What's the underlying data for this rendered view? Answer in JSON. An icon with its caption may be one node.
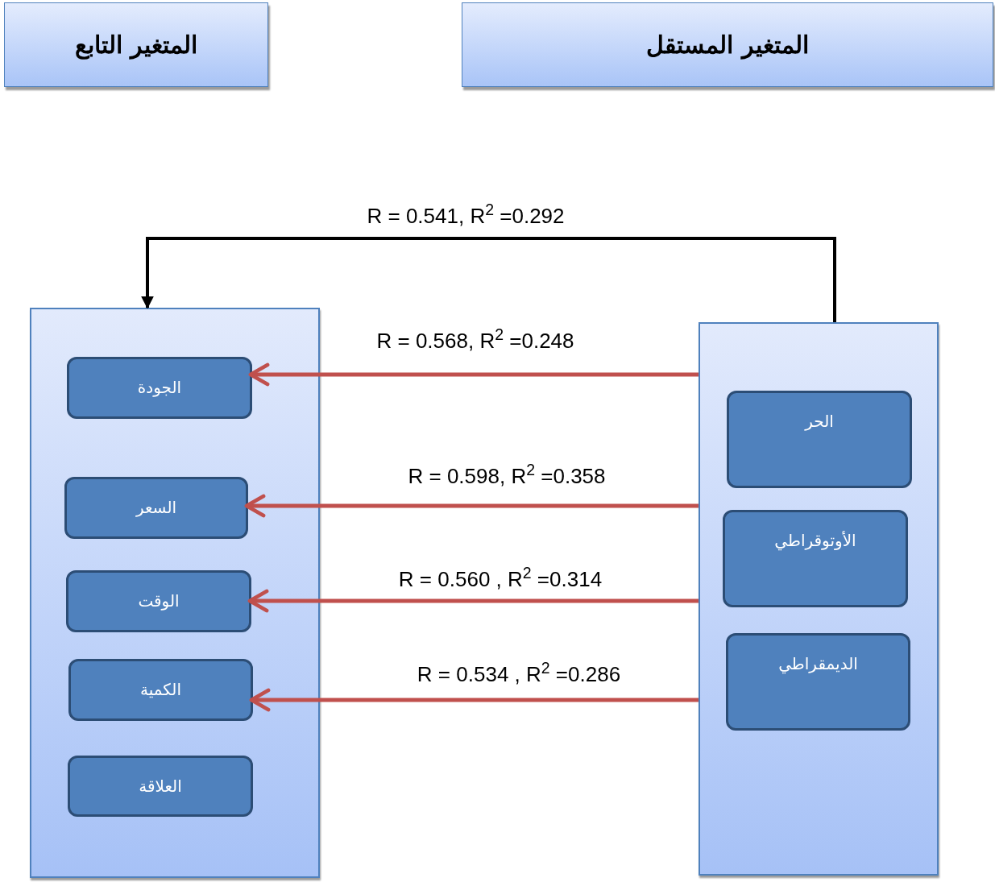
{
  "diagram": {
    "nodes": [
      {
        "text": [
          "المتغير التابع"
        ]
      },
      {
        "text": [
          "المتغير المستقل"
        ]
      },
      {
        "text": [],
        "shape": "box"
      },
      {
        "text": [
          "الجودة"
        ],
        "in": 2
      },
      {
        "text": [
          "السعر"
        ],
        "in": 2
      },
      {
        "text": [
          "الوقت"
        ],
        "in": 2
      },
      {
        "text": [
          "الكمية"
        ],
        "in": 2
      },
      {
        "text": [
          "العلاقة"
        ],
        "in": 2
      },
      {
        "text": [],
        "shape": "box"
      },
      {
        "text": [
          "الحر"
        ],
        "in": 8
      },
      {
        "text": [
          "الأوتوقراطي"
        ],
        "in": 8
      },
      {
        "text": [
          "الديمقراطي"
        ],
        "in": 8
      }
    ],
    "edges": [
      {
        "from": 8,
        "to": 2,
        "arrow": "to",
        "label": "R = 0.541, R$^{2}$ =0.292",
        "color": "#000000"
      },
      {
        "from": 8,
        "to": 3,
        "arrow": "to",
        "label": "R = 0.568, R$^{2}$ =0.248"
      },
      {
        "from": 8,
        "to": 4,
        "arrow": "to",
        "label": "R = 0.598, R$^{2}$ =0.358"
      },
      {
        "from": 8,
        "to": 5,
        "arrow": "to",
        "label": "R = 0.560 , R$^{2}$ =0.314"
      },
      {
        "from": 8,
        "to": 6,
        "arrow": "to",
        "label": "R = 0.534 , R$^{2}$ =0.286"
      }
    ]
  }
}
